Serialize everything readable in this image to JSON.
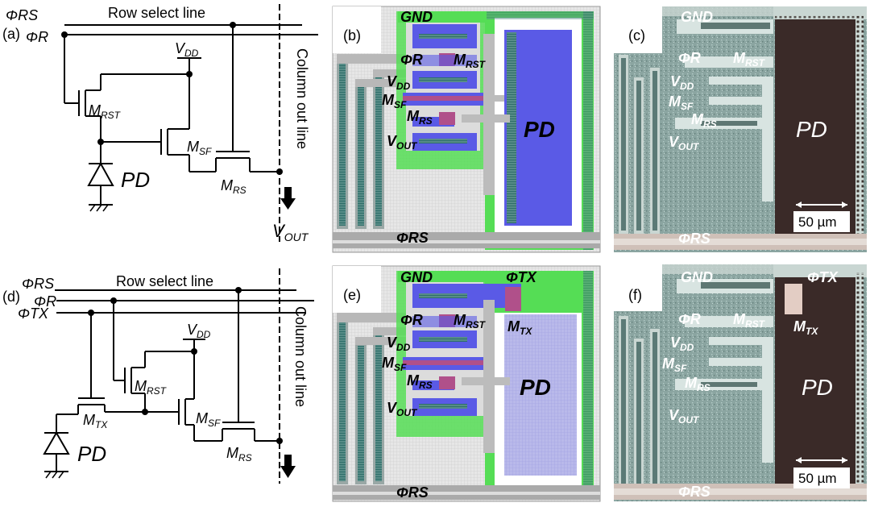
{
  "colors": {
    "wire": "#000000",
    "layout_green": "#55dd55",
    "layout_blue": "#5a5ae6",
    "layout_gray": "#bcbcbc",
    "layout_magenta": "#b0508a",
    "photo_bg": "#3a2a28",
    "photo_metal": "#c9d6d2",
    "photo_silicon": "#7f9c98",
    "photo_cyan": "#8fb2ad"
  },
  "panel_tags": [
    "(a)",
    "(b)",
    "(c)",
    "(d)",
    "(e)",
    "(f)"
  ],
  "circuit": {
    "phi_rs": "ΦRS",
    "phi_r": "ΦR",
    "phi_tx": "ΦTX",
    "row_select": "Row select line",
    "column_out": "Column out line",
    "vdd_main": "V",
    "vdd_sub": "DD",
    "vout_main": "V",
    "vout_sub": "OUT",
    "m": "M",
    "rst": "RST",
    "sf": "SF",
    "rs": "RS",
    "tx": "TX",
    "pd": "PD"
  },
  "layout_labels": {
    "gnd": "GND",
    "phi_r": "ΦR",
    "phi_rs": "ΦRS",
    "phi_tx": "ΦTX",
    "vdd_main": "V",
    "vdd_sub": "DD",
    "vout_main": "V",
    "vout_sub": "OUT",
    "m": "M",
    "rst": "RST",
    "sf": "SF",
    "rs": "RS",
    "tx": "TX",
    "pd": "PD"
  },
  "scale_bar": "50 µm"
}
